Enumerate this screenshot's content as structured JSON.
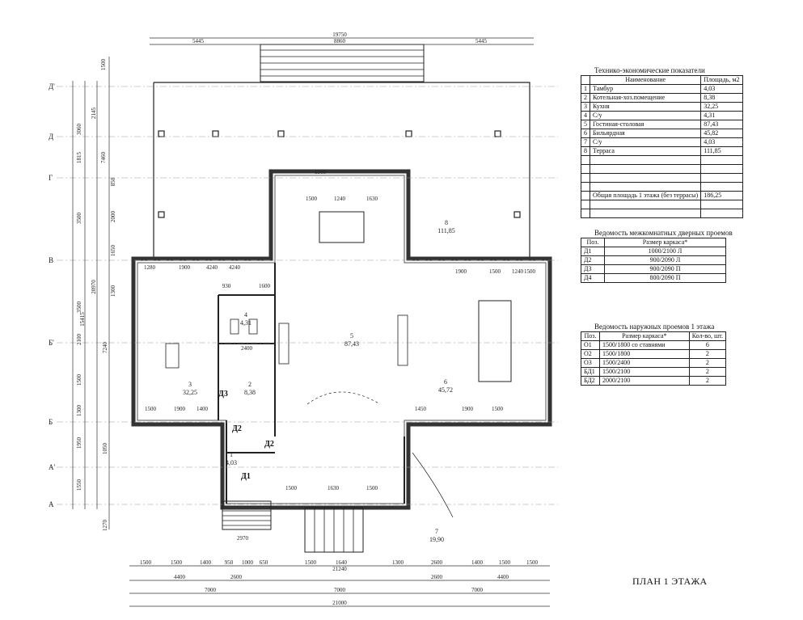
{
  "plan_title": "ПЛАН 1 ЭТАЖА",
  "tech": {
    "title": "Технико-экономические показатели",
    "head_name": "Наименование",
    "head_area": "Площадь, м2",
    "rows": [
      {
        "n": "1",
        "name": "Тамбур",
        "area": "4,03"
      },
      {
        "n": "2",
        "name": "Котельная-хоз.помещение",
        "area": "8,38"
      },
      {
        "n": "3",
        "name": "Кухня",
        "area": "32,25"
      },
      {
        "n": "4",
        "name": "С/у",
        "area": "4,31"
      },
      {
        "n": "5",
        "name": "Гостиная-столовая",
        "area": "87,43"
      },
      {
        "n": "6",
        "name": "Бильярдная",
        "area": "45,82"
      },
      {
        "n": "7",
        "name": "С/у",
        "area": "4,03"
      },
      {
        "n": "8",
        "name": "Терраса",
        "area": "111,85"
      }
    ],
    "total_label": "Общая площадь 1 этажа (без террасы)",
    "total_value": "186,25"
  },
  "doors": {
    "title": "Ведомость межкомнатных дверных проемов",
    "head_pos": "Поз.",
    "head_size": "Размер каркаса*",
    "rows": [
      {
        "pos": "Д1",
        "size": "1000/2100 Л"
      },
      {
        "pos": "Д2",
        "size": "900/2090 Л"
      },
      {
        "pos": "Д3",
        "size": "900/2090 П"
      },
      {
        "pos": "Д4",
        "size": "800/2090 П"
      }
    ]
  },
  "windows": {
    "title": "Ведомость наружных проемов 1 этажа",
    "head_pos": "Поз.",
    "head_size": "Размер каркаса*",
    "head_qty": "Кол-во, шт.",
    "rows": [
      {
        "pos": "О1",
        "size": "1500/1800 со ставнями",
        "qty": "6"
      },
      {
        "pos": "О2",
        "size": "1500/1800",
        "qty": "2"
      },
      {
        "pos": "О3",
        "size": "1500/2400",
        "qty": "2"
      },
      {
        "pos": "БД1",
        "size": "1500/2100",
        "qty": "2"
      },
      {
        "pos": "БД2",
        "size": "2000/2100",
        "qty": "2"
      }
    ]
  },
  "drawing": {
    "top_dims": [
      "19750",
      "5445",
      "8860",
      "5445"
    ],
    "axes": [
      "Д'",
      "Д",
      "Г",
      "В",
      "Б'",
      "Б",
      "А'",
      "А"
    ],
    "left_dims_inner": [
      "3060",
      "1815",
      "3500",
      "3500",
      "2100",
      "1500",
      "1300",
      "1950",
      "1550"
    ],
    "left_dims_outer": [
      "1500",
      "2145",
      "7460",
      "2000",
      "850",
      "1650",
      "20970",
      "15415",
      "1300",
      "7240",
      "1050",
      "1270"
    ],
    "rooms": [
      {
        "num": "8",
        "area": "111,85"
      },
      {
        "num": "5",
        "area": "87,43"
      },
      {
        "num": "6",
        "area": "45,72"
      },
      {
        "num": "3",
        "area": "32,25"
      },
      {
        "num": "2",
        "area": "8,38"
      },
      {
        "num": "4",
        "area": "4,31"
      },
      {
        "num": "1",
        "area": "4,03"
      },
      {
        "num": "7",
        "area": "19,90"
      }
    ],
    "door_tags": [
      "Д3",
      "Д2",
      "Д2",
      "Д1"
    ],
    "inner_dims": [
      "1280",
      "1900",
      "4240",
      "930",
      "1600",
      "2400",
      "1500",
      "1900",
      "1400",
      "4240",
      "1500",
      "1450",
      "1900",
      "1500",
      "1240",
      "1500",
      "1630",
      "1500",
      "1630",
      "1500",
      "2970",
      "1900",
      "1500",
      "1240",
      "1500"
    ],
    "bottom_row1": [
      "1500",
      "1500",
      "1400",
      "950",
      "1000",
      "650",
      "1500",
      "1640",
      "1300",
      "2600",
      "1400",
      "1500",
      "1500"
    ],
    "bottom_row2": [
      "4400",
      "2600",
      "21240",
      "2600",
      "4400"
    ],
    "bottom_row3": [
      "7000",
      "7000",
      "7000"
    ],
    "bottom_total": "21000"
  }
}
